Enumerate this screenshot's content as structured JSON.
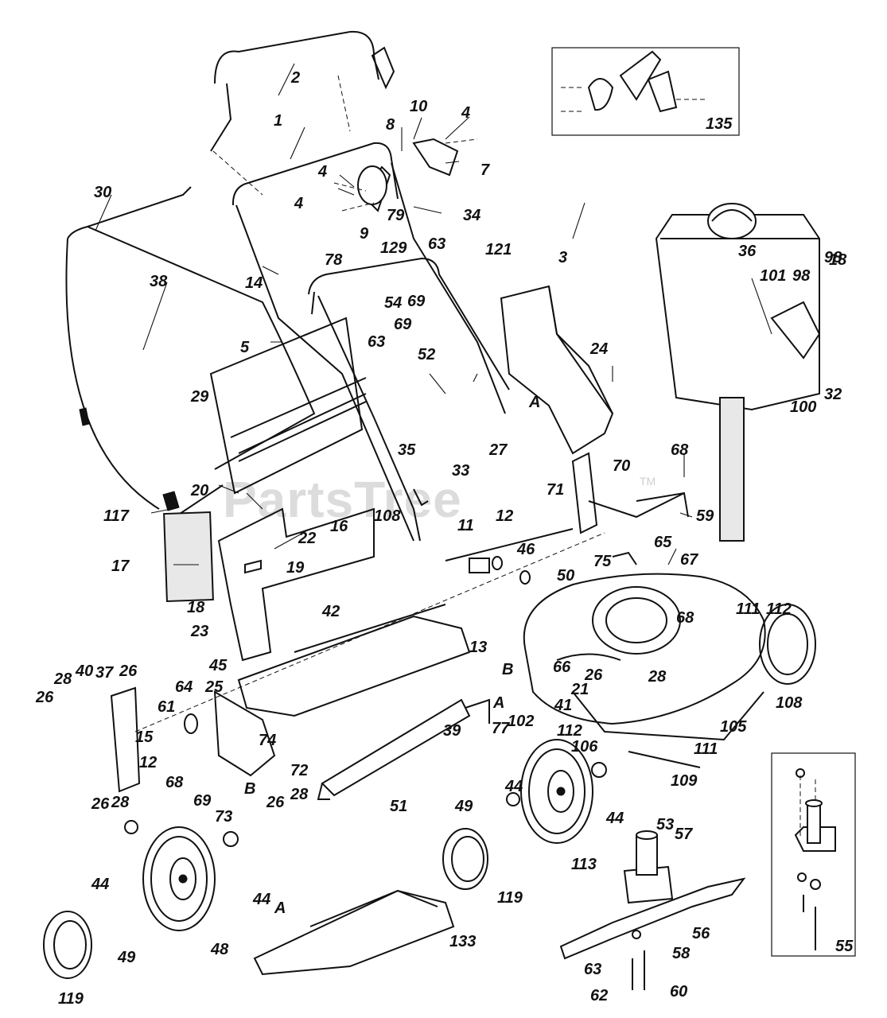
{
  "watermark": {
    "text": "PartsTree",
    "trademark": "TM"
  },
  "inset_labels": {
    "top_right": "135",
    "bottom_right": "55"
  },
  "reference_letters": [
    "A",
    "A",
    "A",
    "B",
    "B"
  ],
  "callouts": [
    "1",
    "2",
    "3",
    "4",
    "4",
    "4",
    "5",
    "7",
    "8",
    "9",
    "10",
    "11",
    "12",
    "12",
    "13",
    "14",
    "15",
    "16",
    "17",
    "18",
    "18",
    "19",
    "20",
    "21",
    "22",
    "23",
    "24",
    "25",
    "26",
    "26",
    "26",
    "26",
    "26",
    "27",
    "28",
    "28",
    "28",
    "28",
    "29",
    "30",
    "32",
    "33",
    "34",
    "35",
    "36",
    "37",
    "38",
    "39",
    "40",
    "41",
    "42",
    "44",
    "44",
    "44",
    "44",
    "45",
    "46",
    "48",
    "49",
    "49",
    "50",
    "51",
    "52",
    "53",
    "54",
    "56",
    "57",
    "58",
    "59",
    "60",
    "61",
    "62",
    "63",
    "63",
    "63",
    "64",
    "65",
    "66",
    "67",
    "68",
    "68",
    "68",
    "69",
    "69",
    "69",
    "70",
    "71",
    "72",
    "73",
    "74",
    "75",
    "77",
    "78",
    "79",
    "98",
    "98",
    "100",
    "101",
    "102",
    "105",
    "106",
    "108",
    "108",
    "109",
    "111",
    "111",
    "112",
    "112",
    "113",
    "117",
    "119",
    "119",
    "121",
    "129",
    "133"
  ]
}
